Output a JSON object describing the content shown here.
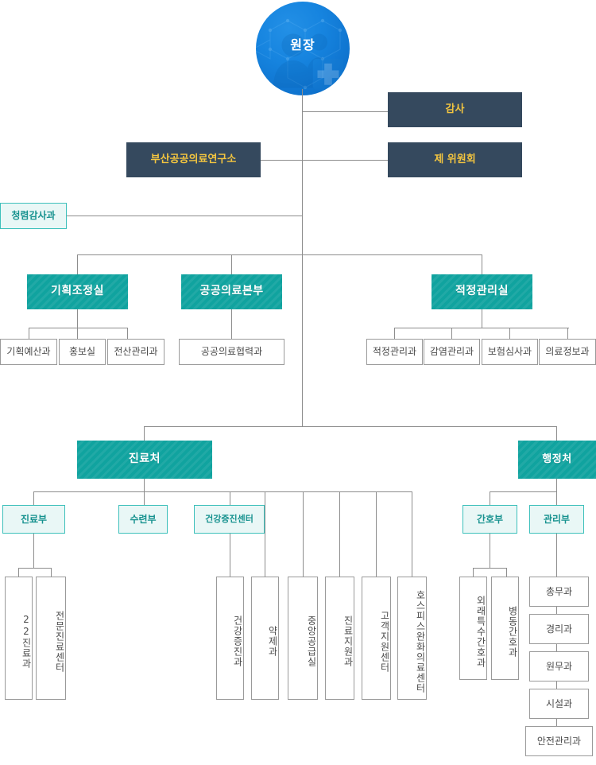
{
  "root": {
    "label": "원장",
    "icon": "hospital-people-watermark-icon"
  },
  "colors": {
    "navy": "#35495e",
    "navy_text": "#f3c53f",
    "teal": "#10a39f",
    "mint_bg": "#e9f7f6",
    "mint_border": "#3dc0bb",
    "mint_text": "#17928f",
    "line": "#8d8d8d",
    "plain_border": "#9a9a9a",
    "plain_text": "#4b4b4b",
    "circle_blue": "#1684df"
  },
  "staff": [
    {
      "label": "감사"
    },
    {
      "label": "제 위원회"
    },
    {
      "label": "부산공공의료연구소"
    }
  ],
  "audit_unit": {
    "label": "청렴감사과"
  },
  "divisions": [
    {
      "label": "기획조정실",
      "children": [
        {
          "label": "기획예산과"
        },
        {
          "label": "홍보실"
        },
        {
          "label": "전산관리과"
        }
      ]
    },
    {
      "label": "공공의료본부",
      "children": [
        {
          "label": "공공의료협력과"
        }
      ]
    },
    {
      "label": "적정관리실",
      "children": [
        {
          "label": "적정관리과"
        },
        {
          "label": "감염관리과"
        },
        {
          "label": "보험심사과"
        },
        {
          "label": "의료정보과"
        }
      ]
    }
  ],
  "medical_office": {
    "label": "진료처",
    "sub_units": [
      {
        "label": "진료부",
        "children": [
          {
            "label": "22진료과"
          },
          {
            "label": "전문진료센터"
          }
        ]
      },
      {
        "label": "수련부",
        "children": []
      },
      {
        "label": "건강증진센터",
        "children": [
          {
            "label": "건강증진과"
          }
        ]
      }
    ],
    "direct_units": [
      {
        "label": "약제과"
      },
      {
        "label": "중앙공급실"
      },
      {
        "label": "진료지원과"
      },
      {
        "label": "고객지원센터"
      },
      {
        "label": "호스피스완화의료센터"
      }
    ]
  },
  "admin_office": {
    "label": "행정처",
    "sub_units": [
      {
        "label": "간호부",
        "children": [
          {
            "label": "외래특수간호과"
          },
          {
            "label": "병동간호과"
          }
        ]
      },
      {
        "label": "관리부",
        "children": [
          {
            "label": "총무과"
          },
          {
            "label": "경리과"
          },
          {
            "label": "원무과"
          },
          {
            "label": "시설과"
          },
          {
            "label": "안전관리과"
          }
        ]
      }
    ]
  }
}
